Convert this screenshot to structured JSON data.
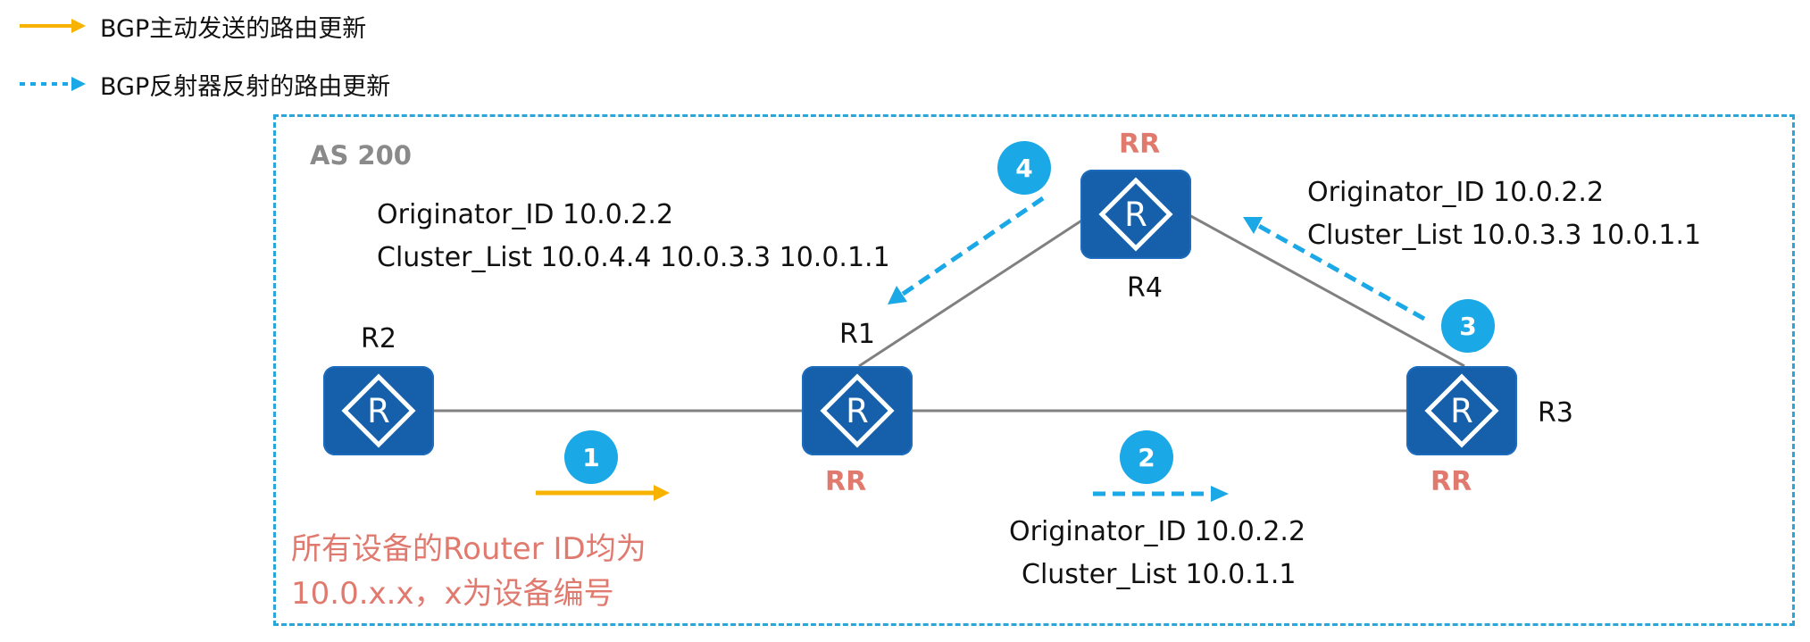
{
  "legend": {
    "solid_label": "BGP主动发送的路由更新",
    "dashed_label": "BGP反射器反射的路由更新",
    "solid_color": "#F7B300",
    "dashed_color": "#1AA8E6"
  },
  "as_label": "AS 200",
  "routers": {
    "r1": {
      "name": "R1",
      "role": "RR"
    },
    "r2": {
      "name": "R2"
    },
    "r3": {
      "name": "R3",
      "role": "RR"
    },
    "r4": {
      "name": "R4",
      "role": "RR"
    }
  },
  "updates": {
    "step1": {
      "num": "1"
    },
    "step2": {
      "num": "2",
      "originator": "Originator_ID 10.0.2.2",
      "cluster": "Cluster_List 10.0.1.1"
    },
    "step3": {
      "num": "3",
      "originator": "Originator_ID 10.0.2.2",
      "cluster": "Cluster_List  10.0.3.3 10.0.1.1"
    },
    "step4": {
      "num": "4",
      "originator": "Originator_ID 10.0.2.2",
      "cluster": "Cluster_List 10.0.4.4 10.0.3.3 10.0.1.1"
    }
  },
  "note": {
    "line1": "所有设备的Router ID均为",
    "line2": "10.0.x.x，x为设备编号"
  },
  "icons": {
    "router": "router-icon",
    "arrow_solid": "solid-arrow-icon",
    "arrow_dashed": "dashed-arrow-icon"
  }
}
